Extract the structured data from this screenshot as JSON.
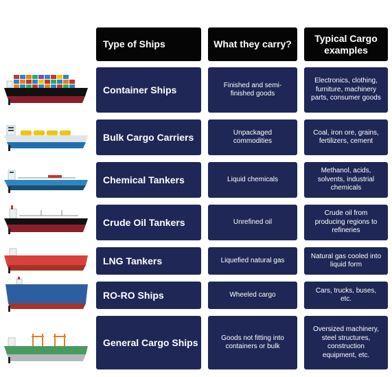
{
  "headers": {
    "type": "Type of Ships",
    "carry": "What they carry?",
    "examples": "Typical Cargo examples"
  },
  "rows": [
    {
      "type": "Container Ships",
      "carry": "Finished and semi-finished goods",
      "examples": "Electronics, clothing, furniture, machinery parts, consumer goods",
      "icon": "container-ship-icon"
    },
    {
      "type": "Bulk Cargo Carriers",
      "carry": "Unpackaged commodities",
      "examples": "Coal, iron ore, grains, fertilizers, cement",
      "icon": "bulk-carrier-icon"
    },
    {
      "type": "Chemical Tankers",
      "carry": "Liquid chemicals",
      "examples": "Methanol, acids, solvents, industrial chemicals",
      "icon": "chemical-tanker-icon"
    },
    {
      "type": "Crude Oil Tankers",
      "carry": "Unrefined oil",
      "examples": "Crude oil from producing regions to refineries",
      "icon": "crude-oil-tanker-icon"
    },
    {
      "type": "LNG Tankers",
      "carry": "Liquefied natural gas",
      "examples": "Natural gas cooled into liquid form",
      "icon": "lng-tanker-icon"
    },
    {
      "type": "RO-RO Ships",
      "carry": "Wheeled cargo",
      "examples": "Cars, trucks, buses, etc.",
      "icon": "roro-ship-icon"
    },
    {
      "type": "General Cargo Ships",
      "carry": "Goods not fitting into containers or bulk",
      "examples": "Oversized machinery, steel structures, construction equipment, etc.",
      "icon": "general-cargo-ship-icon"
    }
  ],
  "colors": {
    "header_bg": "#050505",
    "row_bg": "#1e2756",
    "text": "#ffffff"
  }
}
